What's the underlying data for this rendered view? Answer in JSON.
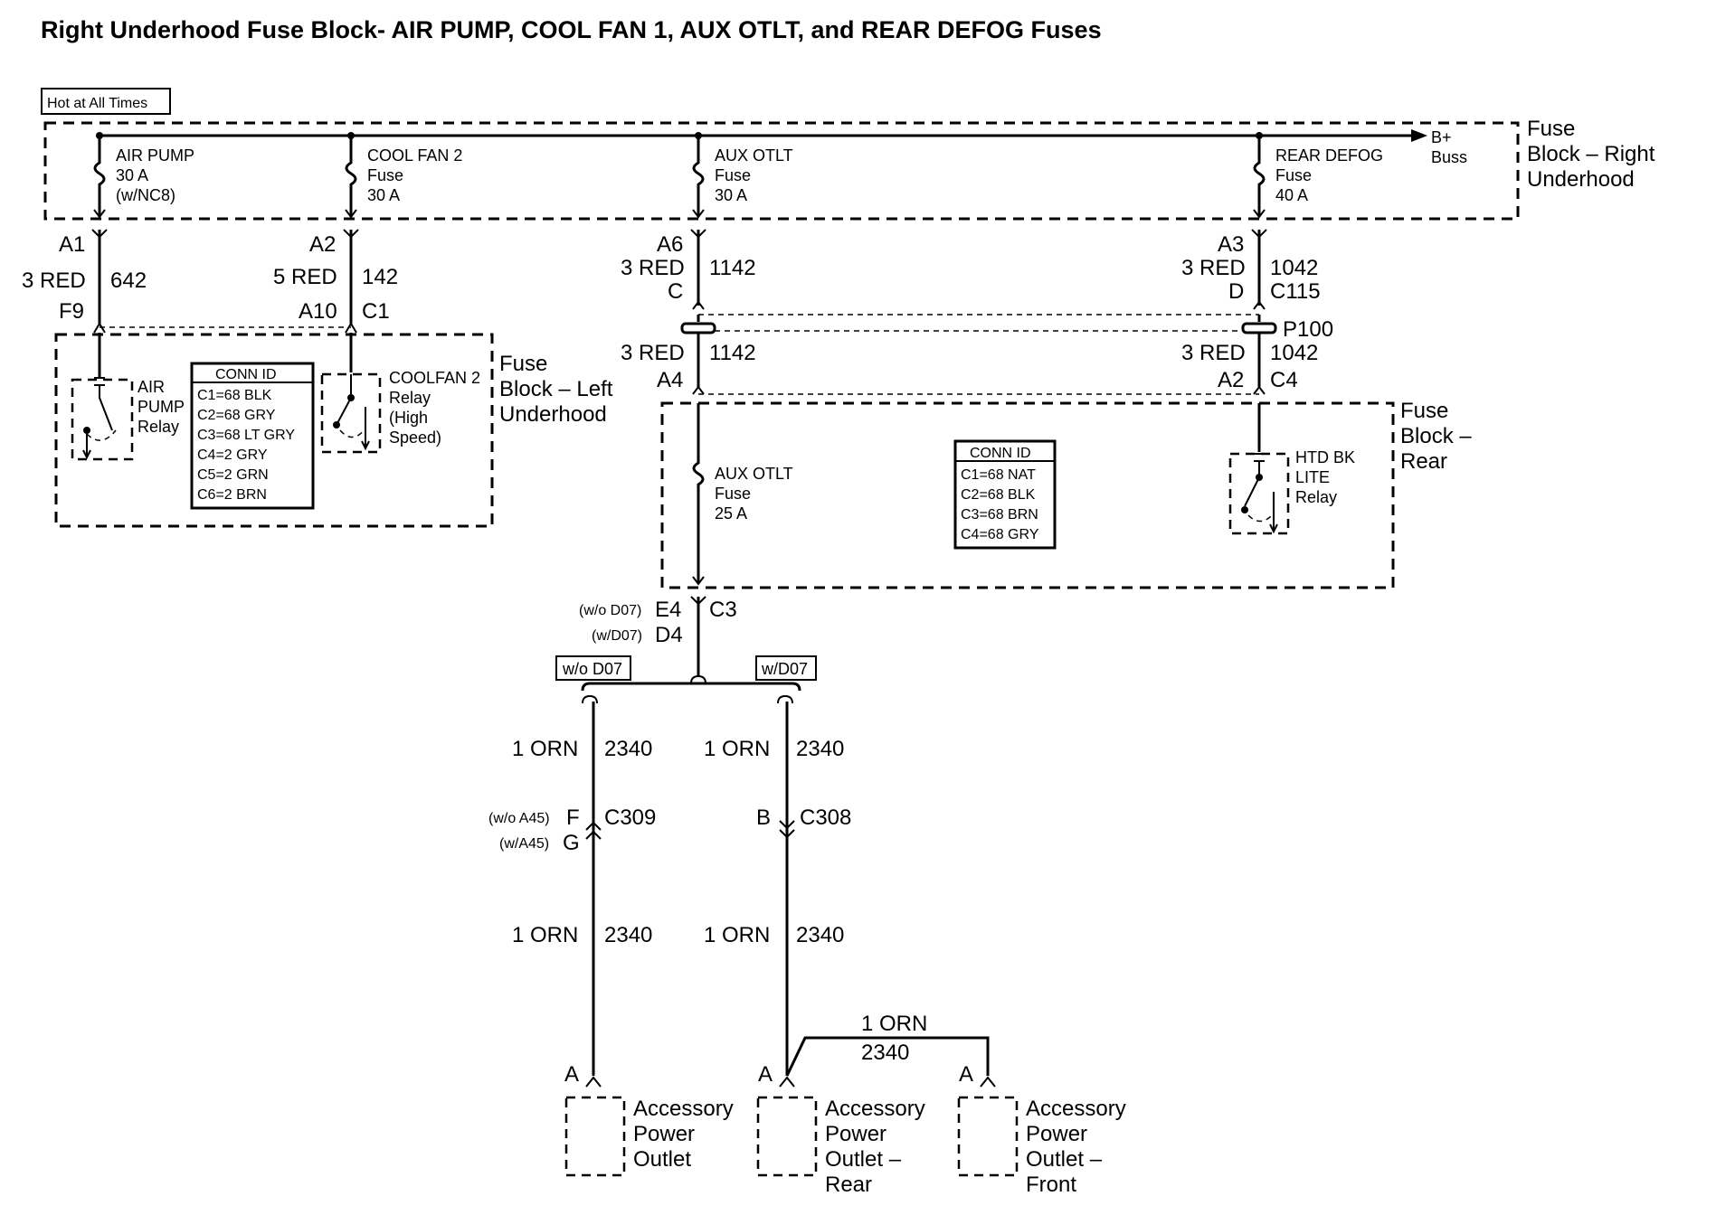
{
  "title": "Right Underhood Fuse Block- AIR PUMP, COOL FAN   1, AUX OTLT, and REAR  DEFOG Fuses",
  "hot_label": "Hot at All Times",
  "bplus": [
    "B+",
    "Buss"
  ],
  "blocks": {
    "right_underhood": [
      "Fuse",
      "Block – Right",
      "Underhood"
    ],
    "left_underhood": [
      "Fuse",
      "Block – Left",
      "Underhood"
    ],
    "rear": [
      "Fuse",
      "Block –",
      "Rear"
    ]
  },
  "fuses": {
    "air_pump": [
      "AIR PUMP",
      "30 A",
      "(w/NC8)"
    ],
    "cool_fan2": [
      "COOL FAN 2",
      "Fuse",
      "30 A"
    ],
    "aux_otlt": [
      "AUX OTLT",
      "Fuse",
      "30 A"
    ],
    "rear_defog": [
      "REAR DEFOG",
      "Fuse",
      "40 A"
    ],
    "aux_otlt_rear": [
      "AUX OTLT",
      "Fuse",
      "25 A"
    ]
  },
  "relays": {
    "air_pump": [
      "AIR",
      "PUMP",
      "Relay"
    ],
    "coolfan2": [
      "COOLFAN 2",
      "Relay",
      "(High",
      "Speed)"
    ],
    "htd_bk_lite": [
      "HTD BK",
      "LITE",
      "Relay"
    ]
  },
  "conn_id_left": {
    "header": "CONN ID",
    "rows": [
      "C1=68 BLK",
      "C2=68 GRY",
      "C3=68 LT GRY",
      "C4=2 GRY",
      "C5=2 GRN",
      "C6=2 BRN"
    ]
  },
  "conn_id_rear": {
    "header": "CONN ID",
    "rows": [
      "C1=68 NAT",
      "C2=68 BLK",
      "C3=68 BRN",
      "C4=68 GRY"
    ]
  },
  "pins": {
    "a1": "A1",
    "f9": "F9",
    "a2": "A2",
    "a10": "A10",
    "c1": "C1",
    "a6": "A6",
    "c": "C",
    "a3": "A3",
    "d": "D",
    "c115": "C115",
    "p100": "P100",
    "a4": "A4",
    "a2r": "A2",
    "c4": "C4",
    "e4": "E4",
    "d4": "D4",
    "c3": "C3",
    "f": "F",
    "g": "G",
    "c309": "C309",
    "b": "B",
    "c308": "C308",
    "pa1": "A",
    "pa2": "A",
    "pa3": "A"
  },
  "wires": {
    "w1_color": "3 RED",
    "w1_circuit": "642",
    "w2_color": "5 RED",
    "w2_circuit": "142",
    "w3a_color": "3 RED",
    "w3a_circuit": "1142",
    "w3b_color": "3 RED",
    "w3b_circuit": "1142",
    "w4a_color": "3 RED",
    "w4a_circuit": "1042",
    "w4b_color": "3 RED",
    "w4b_circuit": "1042",
    "o1_color": "1 ORN",
    "o1_circuit": "2340",
    "o2_color": "1 ORN",
    "o2_circuit": "2340",
    "o3_color": "1 ORN",
    "o3_circuit": "2340",
    "o4_color": "1 ORN",
    "o4_circuit": "2340",
    "o5_color": "1 ORN",
    "o5_circuit": "2340"
  },
  "options": {
    "wo_d07": "(w/o D07)",
    "w_d07": "(w/D07)",
    "wo_a45": "(w/o A45)",
    "w_a45": "(w/A45)",
    "box_wo_d07": "w/o D07",
    "box_w_d07": "w/D07"
  },
  "outlets": {
    "accessory": [
      "Accessory",
      "Power",
      "Outlet"
    ],
    "rear": [
      "Accessory",
      "Power",
      "Outlet –",
      "Rear"
    ],
    "front": [
      "Accessory",
      "Power",
      "Outlet –",
      "Front"
    ]
  }
}
